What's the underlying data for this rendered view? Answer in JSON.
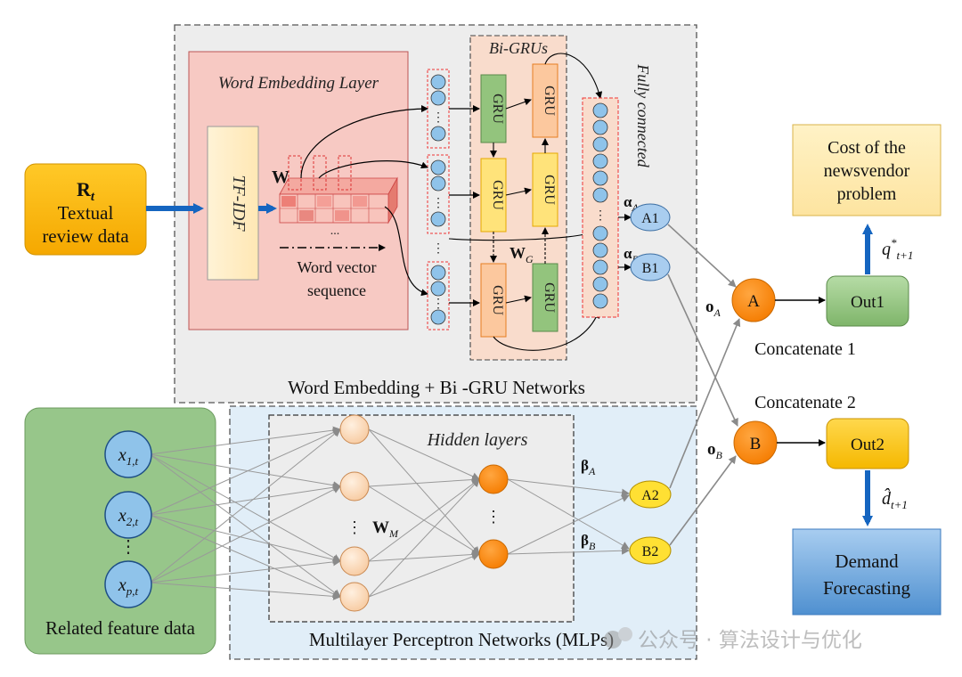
{
  "inputs": {
    "review": {
      "symbol": "R",
      "symbol_sub": "t",
      "line1": "Textual",
      "line2": "review data"
    },
    "features": {
      "label": "Related feature data",
      "x1": "x",
      "x1_sub": "1,t",
      "x2": "x",
      "x2_sub": "2,t",
      "xp": "x",
      "xp_sub": "p,t",
      "dots": "⋮"
    }
  },
  "top_block": {
    "title": "Word Embedding + Bi -GRU Networks",
    "embedding_title": "Word Embedding Layer",
    "tfidf": "TF-IDF",
    "w_label": "W",
    "word_vector_line1": "Word vector",
    "word_vector_line2": "sequence",
    "seq_dots": "...",
    "bigru_title": "Bi-GRUs",
    "gru_label": "GRU",
    "wg_label": "W",
    "wg_sub": "G",
    "fc_title": "Fully connected",
    "col_dots": "⋮",
    "alpha_a": "α",
    "alpha_a_sub": "A",
    "alpha_b": "α",
    "alpha_b_sub": "B",
    "node_a1": "A1",
    "node_b1": "B1"
  },
  "bottom_block": {
    "title": "Multilayer Perceptron Networks (MLPs)",
    "hidden_title": "Hidden layers",
    "wm_label": "W",
    "wm_sub": "M",
    "beta_a": "β",
    "beta_a_sub": "A",
    "beta_b": "β",
    "beta_b_sub": "B",
    "node_a2": "A2",
    "node_b2": "B2",
    "dots": "⋮"
  },
  "outputs": {
    "concat1": "Concatenate 1",
    "concat2": "Concatenate 2",
    "node_a": "A",
    "node_b": "B",
    "oa": "o",
    "oa_sub": "A",
    "ob": "o",
    "ob_sub": "B",
    "out1": "Out1",
    "out2": "Out2",
    "q_label": "q",
    "q_sup": "*",
    "q_sub": "t+1",
    "d_label": "d̂",
    "d_sub": "t+1",
    "cost_line1": "Cost of the",
    "cost_line2": "newsvendor",
    "cost_line3": "problem",
    "demand_line1": "Demand",
    "demand_line2": "Forecasting"
  },
  "watermark": "公众号 · 算法设计与优化",
  "colors": {
    "orange_input": "#f7b400",
    "green_panel": "#93c47d",
    "blue_node": "#9fc5e8",
    "orange_node": "#fb8c00",
    "yellow_node": "#ffe033",
    "out1_fill": "#93c47d",
    "cost_fill": "#ffe599",
    "demand_fill": "#6fa8dc",
    "arrow_blue": "#1565c0"
  }
}
